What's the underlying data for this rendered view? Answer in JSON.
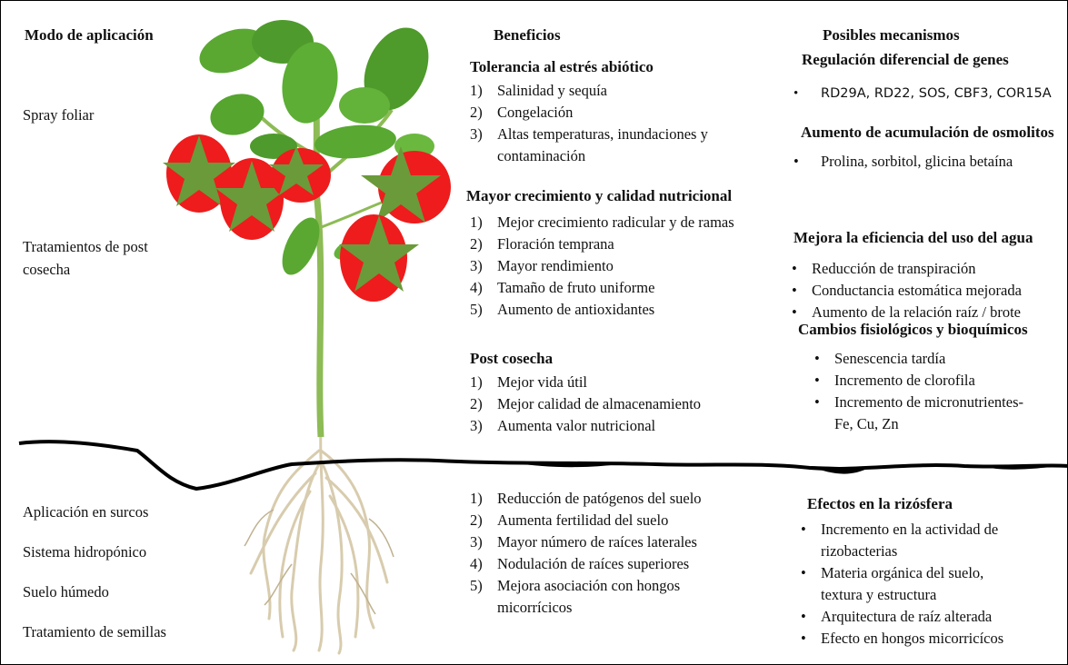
{
  "colors": {
    "fruit": "#ee1c1c",
    "star": "#6a9a3a",
    "leaf": "#5aa832",
    "stem": "#8dbb55",
    "soil_line": "#000000",
    "root": "#d8ccae"
  },
  "left": {
    "title": "Modo de aplicación",
    "above": [
      "Spray foliar",
      "Tratamientos de post",
      "cosecha"
    ],
    "below": [
      "Aplicación en surcos",
      "Sistema hidropónico",
      "Suelo húmedo",
      "Tratamiento de semillas"
    ]
  },
  "middle": {
    "title": "Beneficios",
    "s1": {
      "title": "Tolerancia al estrés abiótico",
      "items": [
        "Salinidad y sequía",
        "Congelación",
        "Altas temperaturas, inundaciones y",
        "contaminación"
      ]
    },
    "s2": {
      "title": "Mayor crecimiento y calidad nutricional",
      "items": [
        "Mejor crecimiento radicular y de ramas",
        "Floración temprana",
        "Mayor rendimiento",
        "Tamaño de fruto uniforme",
        "Aumento de antioxidantes"
      ]
    },
    "s3": {
      "title": "Post cosecha",
      "items": [
        "Mejor vida útil",
        "Mejor calidad de almacenamiento",
        "Aumenta valor nutricional"
      ]
    },
    "below": {
      "items": [
        "Reducción de patógenos del suelo",
        "Aumenta fertilidad del suelo",
        "Mayor número de raíces laterales",
        "Nodulación de raíces superiores",
        "Mejora asociación con hongos",
        "micorrícicos"
      ]
    }
  },
  "right": {
    "title": "Posibles mecanismos",
    "s1": {
      "title": "Regulación diferencial de genes",
      "items": [
        "RD29A, RD22, SOS, CBF3, COR15A"
      ]
    },
    "s2": {
      "title": "Aumento de acumulación de osmolitos",
      "items": [
        "Prolina, sorbitol, glicina betaína"
      ]
    },
    "s3": {
      "title": "Mejora la eficiencia del uso del agua",
      "items": [
        "Reducción de transpiración",
        "Conductancia estomática mejorada",
        "Aumento de la relación raíz / brote"
      ]
    },
    "s4": {
      "title": "Cambios fisiológicos y bioquímicos",
      "items": [
        "Senescencia tardía",
        "Incremento de clorofila",
        "Incremento de micronutrientes-",
        "Fe, Cu, Zn"
      ]
    },
    "s5": {
      "title": "Efectos en la rizósfera",
      "items": [
        "Incremento en la actividad de",
        "rizobacterias",
        "Materia orgánica del suelo,",
        "textura y estructura",
        "Arquitectura de raíz alterada",
        "Efecto en hongos micorricícos"
      ]
    }
  },
  "markers": {
    "nums": [
      "1)",
      "2)",
      "3)",
      "4)",
      "5)"
    ],
    "bullet": "•"
  }
}
